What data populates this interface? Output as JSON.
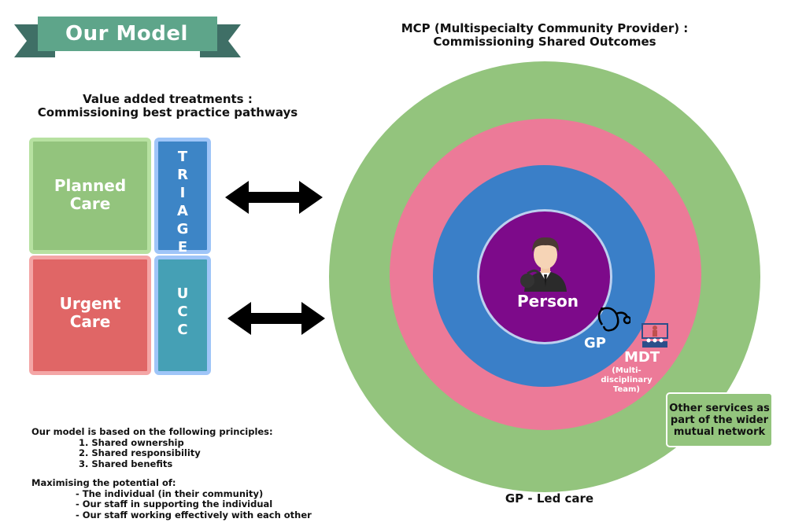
{
  "banner": {
    "title": "Our Model",
    "color": "#5ea58a"
  },
  "left_heading": "Value added treatments : Commissioning best practice pathways",
  "right_heading": {
    "line1": "MCP (Multispecialty Community Provider) :",
    "line2": "Commissioning Shared Outcomes"
  },
  "blocks": {
    "planned": {
      "line1": "Planned",
      "line2": "Care"
    },
    "urgent": {
      "line1": "Urgent",
      "line2": "Care"
    },
    "triage": "T\nR\nI\nA\nG\nE",
    "ucc": "U\nC\nC"
  },
  "circles": {
    "person": "Person",
    "gp": "GP",
    "mdt": "MDT",
    "mdt_sub": "(Multi-disciplinary Team)",
    "other_services": "Other services as part of the wider mutual network",
    "gp_led": "GP - Led care",
    "colors": {
      "outer": "#93c47d",
      "pink": "#ec7a98",
      "blue": "#3a7fc8",
      "center": "#7d0a8a"
    }
  },
  "principles": {
    "intro": "Our model is based on the following principles:",
    "items": [
      "1. Shared ownership",
      "2. Shared responsibility",
      "3. Shared benefits"
    ]
  },
  "potential": {
    "intro": "Maximising the potential of:",
    "items": [
      "- The individual (in their community)",
      "- Our staff in supporting the individual",
      "- Our staff working effectively with each other"
    ]
  },
  "icons": [
    "person-icon",
    "stethoscope-icon",
    "team-icon",
    "double-arrow-icon"
  ]
}
